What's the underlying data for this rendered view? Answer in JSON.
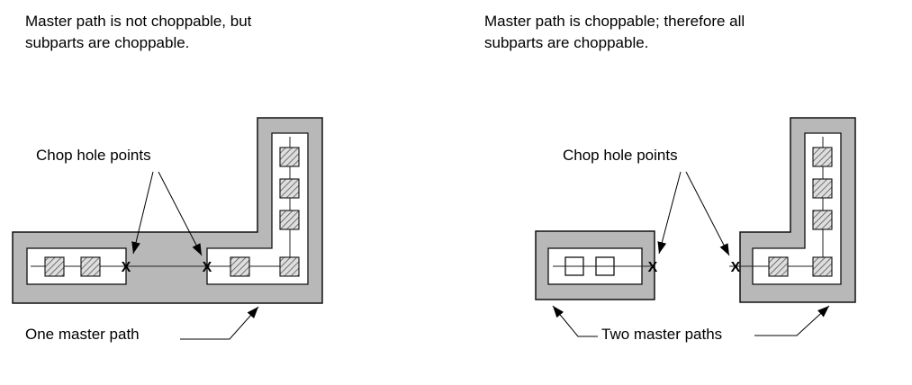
{
  "glyphs": {
    "chop_point_x": "X"
  },
  "colors": {
    "path_fill": "#b8b8b8",
    "outline": "#000000",
    "subpath_fill": "#ffffff"
  },
  "left": {
    "caption": "Master path is not choppable, but subparts are choppable.",
    "chop_label": "Chop hole points",
    "master_label": "One master path"
  },
  "right": {
    "caption": "Master path is choppable; therefore all subparts are choppable.",
    "chop_label": "Chop hole points",
    "master_label": "Two master paths"
  }
}
